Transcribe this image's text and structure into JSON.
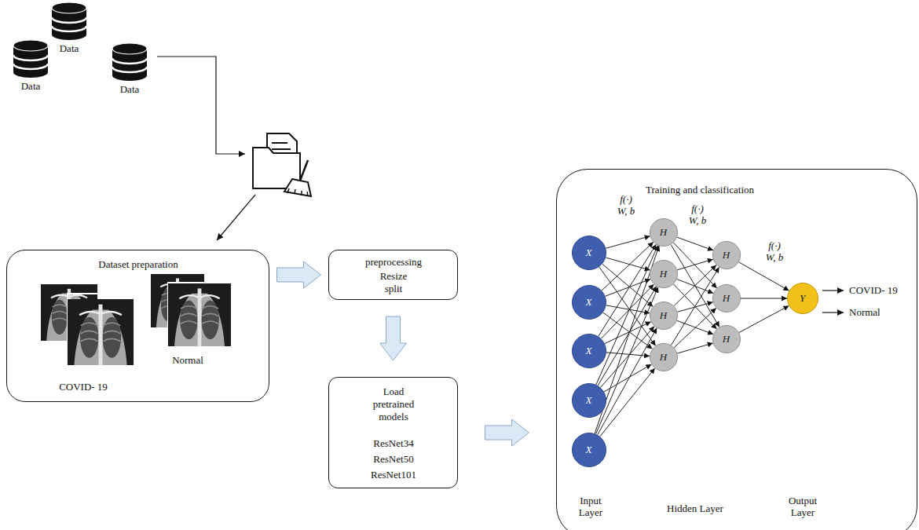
{
  "diagram": {
    "nodes": [
      {
        "text": [
          "Data"
        ]
      },
      {
        "text": [
          "Data"
        ]
      },
      {
        "text": [
          "Data"
        ]
      },
      {
        "text": [
          "Dataset preparation",
          "COVID- 19",
          "Normal"
        ]
      },
      {
        "text": [
          "preprocessing",
          "Resize",
          "split"
        ]
      },
      {
        "text": [
          "Load pretrained models",
          "ResNet34",
          "ResNet50",
          "ResNet101"
        ]
      },
      {
        "text": [
          "Training and classification"
        ]
      },
      {
        "text": [
          "X"
        ],
        "in": 6
      },
      {
        "text": [
          "X"
        ],
        "in": 6
      },
      {
        "text": [
          "X"
        ],
        "in": 6
      },
      {
        "text": [
          "X"
        ],
        "in": 6
      },
      {
        "text": [
          "X"
        ],
        "in": 6
      },
      {
        "text": [
          "H"
        ],
        "in": 6
      },
      {
        "text": [
          "H"
        ],
        "in": 6
      },
      {
        "text": [
          "H"
        ],
        "in": 6
      },
      {
        "text": [
          "H"
        ],
        "in": 6
      },
      {
        "text": [
          "H"
        ],
        "in": 6
      },
      {
        "text": [
          "H"
        ],
        "in": 6
      },
      {
        "text": [
          "H"
        ],
        "in": 6
      },
      {
        "text": [
          "Y"
        ],
        "in": 6
      }
    ],
    "edges": [
      {
        "from": 3,
        "to": 4,
        "arrow": "to"
      },
      {
        "from": 4,
        "to": 5,
        "arrow": "to"
      },
      {
        "from": 5,
        "to": 6,
        "arrow": "to"
      },
      {
        "from": 7,
        "to": 12,
        "arrow": "to"
      },
      {
        "from": 7,
        "to": 13,
        "arrow": "to"
      },
      {
        "from": 7,
        "to": 14,
        "arrow": "to"
      },
      {
        "from": 7,
        "to": 15,
        "arrow": "to"
      },
      {
        "from": 8,
        "to": 12,
        "arrow": "to"
      },
      {
        "from": 8,
        "to": 13,
        "arrow": "to"
      },
      {
        "from": 8,
        "to": 14,
        "arrow": "to"
      },
      {
        "from": 8,
        "to": 15,
        "arrow": "to"
      },
      {
        "from": 9,
        "to": 12,
        "arrow": "to"
      },
      {
        "from": 9,
        "to": 13,
        "arrow": "to"
      },
      {
        "from": 9,
        "to": 14,
        "arrow": "to"
      },
      {
        "from": 9,
        "to": 15,
        "arrow": "to"
      },
      {
        "from": 10,
        "to": 12,
        "arrow": "to"
      },
      {
        "from": 10,
        "to": 13,
        "arrow": "to"
      },
      {
        "from": 10,
        "to": 14,
        "arrow": "to"
      },
      {
        "from": 10,
        "to": 15,
        "arrow": "to"
      },
      {
        "from": 11,
        "to": 12,
        "arrow": "to"
      },
      {
        "from": 11,
        "to": 13,
        "arrow": "to"
      },
      {
        "from": 11,
        "to": 14,
        "arrow": "to"
      },
      {
        "from": 11,
        "to": 15,
        "arrow": "to"
      },
      {
        "from": 12,
        "to": 16,
        "arrow": "to"
      },
      {
        "from": 12,
        "to": 17,
        "arrow": "to"
      },
      {
        "from": 12,
        "to": 18,
        "arrow": "to"
      },
      {
        "from": 13,
        "to": 16,
        "arrow": "to"
      },
      {
        "from": 13,
        "to": 17,
        "arrow": "to"
      },
      {
        "from": 13,
        "to": 18,
        "arrow": "to"
      },
      {
        "from": 14,
        "to": 16,
        "arrow": "to"
      },
      {
        "from": 14,
        "to": 17,
        "arrow": "to"
      },
      {
        "from": 14,
        "to": 18,
        "arrow": "to"
      },
      {
        "from": 15,
        "to": 16,
        "arrow": "to"
      },
      {
        "from": 15,
        "to": 17,
        "arrow": "to"
      },
      {
        "from": 15,
        "to": 18,
        "arrow": "to"
      },
      {
        "from": 16,
        "to": 19,
        "arrow": "to"
      },
      {
        "from": 17,
        "to": 19,
        "arrow": "to"
      },
      {
        "from": 18,
        "to": 19,
        "arrow": "to"
      }
    ],
    "labels": [
      "f(·)",
      "W, b",
      "f(·)",
      "W, b",
      "f(·)",
      "W, b",
      "COVID- 19",
      "Normal",
      "Input Layer",
      "Hidden Layer",
      "Output Layer"
    ]
  }
}
